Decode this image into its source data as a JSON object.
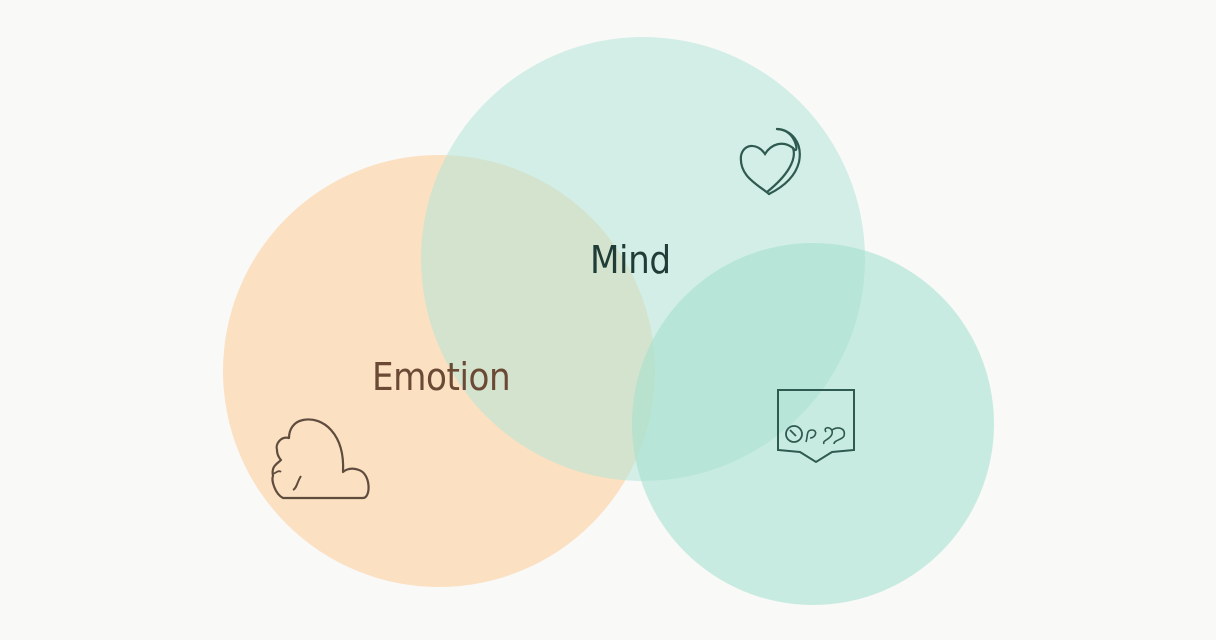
{
  "diagram": {
    "type": "venn",
    "sets": [
      {
        "id": "emotion",
        "label": "Emotion",
        "color": "#fde0c4",
        "label_color": "#6b4a35",
        "icon": "cloud-head-icon"
      },
      {
        "id": "mind",
        "label": "Mind",
        "color": "#d4efe7",
        "label_color": "#1f3d36",
        "icon": "heart-icon"
      },
      {
        "id": "third",
        "label": "",
        "color": "#bfe9dc",
        "icon": "shield-gauge-icon"
      }
    ],
    "background": "#f9f9f8",
    "icon_stroke": "#2f5a50",
    "cloud_stroke": "#5e4c3e"
  }
}
